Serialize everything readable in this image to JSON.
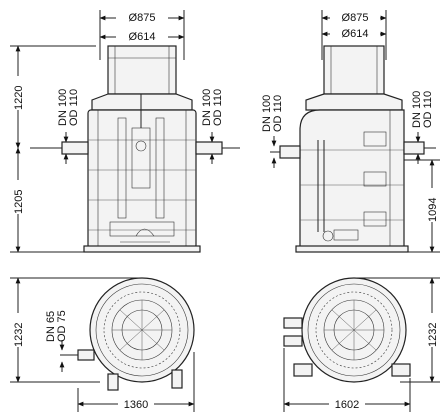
{
  "front_view": {
    "d_top_outer": "Ø875",
    "d_top_inner": "Ø614",
    "h_upper": "1220",
    "h_lower": "1205",
    "inlet_left": [
      "DN 100",
      "OD 110"
    ],
    "inlet_right": [
      "DN 100",
      "OD 110"
    ]
  },
  "side_view": {
    "d_top_outer": "Ø875",
    "d_top_inner": "Ø614",
    "h_right": "1094",
    "inlet_left": [
      "DN 100",
      "OD 110"
    ],
    "inlet_right": [
      "DN 100",
      "OD 110"
    ]
  },
  "plan_left": {
    "width": "1360",
    "height": "1232",
    "pipe": [
      "DN 65",
      "OD 75"
    ]
  },
  "plan_right": {
    "width": "1602",
    "height": "1232"
  }
}
